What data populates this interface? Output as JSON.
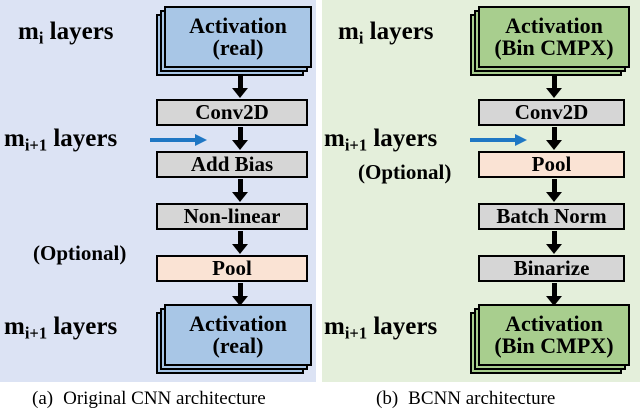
{
  "figure": {
    "panels": [
      {
        "id": "a",
        "background_color": "#dce3f4",
        "caption_tag": "(a)",
        "caption_text": "Original CNN architecture",
        "labels": [
          {
            "name": "top-layer-label",
            "prefix": "m",
            "sub": "i",
            "suffix": " layers"
          },
          {
            "name": "mid-layer-label",
            "prefix": "m",
            "sub": "i+1",
            "suffix": " layers"
          },
          {
            "name": "optional-label",
            "text": "(Optional)"
          },
          {
            "name": "bottom-layer-label",
            "prefix": "m",
            "sub": "i+1",
            "suffix": " layers"
          }
        ],
        "blocks": [
          {
            "name": "activation-top",
            "line1": "Activation",
            "line2": "(real)",
            "style": "blue",
            "stacked": true
          },
          {
            "name": "conv2d",
            "line1": "Conv2D",
            "style": "gray",
            "stacked": false
          },
          {
            "name": "add-bias",
            "line1": "Add Bias",
            "style": "gray",
            "stacked": false
          },
          {
            "name": "non-linear",
            "line1": "Non-linear",
            "style": "gray",
            "stacked": false
          },
          {
            "name": "pool",
            "line1": "Pool",
            "style": "peach",
            "stacked": false
          },
          {
            "name": "activation-bottom",
            "line1": "Activation",
            "line2": "(real)",
            "style": "blue",
            "stacked": true
          }
        ]
      },
      {
        "id": "b",
        "background_color": "#e4efdb",
        "caption_tag": "(b)",
        "caption_text": "BCNN architecture",
        "labels": [
          {
            "name": "top-layer-label",
            "prefix": "m",
            "sub": "i",
            "suffix": " layers"
          },
          {
            "name": "mid-layer-label",
            "prefix": "m",
            "sub": "i+1",
            "suffix": " layers"
          },
          {
            "name": "optional-label",
            "text": "(Optional)"
          },
          {
            "name": "bottom-layer-label",
            "prefix": "m",
            "sub": "i+1",
            "suffix": " layers"
          }
        ],
        "blocks": [
          {
            "name": "activation-top",
            "line1": "Activation",
            "line2": "(Bin CMPX)",
            "style": "green",
            "stacked": true
          },
          {
            "name": "conv2d",
            "line1": "Conv2D",
            "style": "gray",
            "stacked": false
          },
          {
            "name": "pool",
            "line1": "Pool",
            "style": "peach",
            "stacked": false
          },
          {
            "name": "batch-norm",
            "line1": "Batch Norm",
            "style": "gray",
            "stacked": false
          },
          {
            "name": "binarize",
            "line1": "Binarize",
            "style": "gray",
            "stacked": false
          },
          {
            "name": "activation-bottom",
            "line1": "Activation",
            "line2": "(Bin CMPX)",
            "style": "green",
            "stacked": true
          }
        ]
      }
    ],
    "colors": {
      "panel_a_bg": "#dce3f4",
      "panel_b_bg": "#e4efdb",
      "activation_a": "#a8c6e6",
      "activation_b": "#a8ce8e",
      "generic_block": "#d6d6d6",
      "pool_block": "#fae3d4",
      "pointer_arrow": "#1f77c4",
      "flow_arrow": "#000000"
    }
  }
}
